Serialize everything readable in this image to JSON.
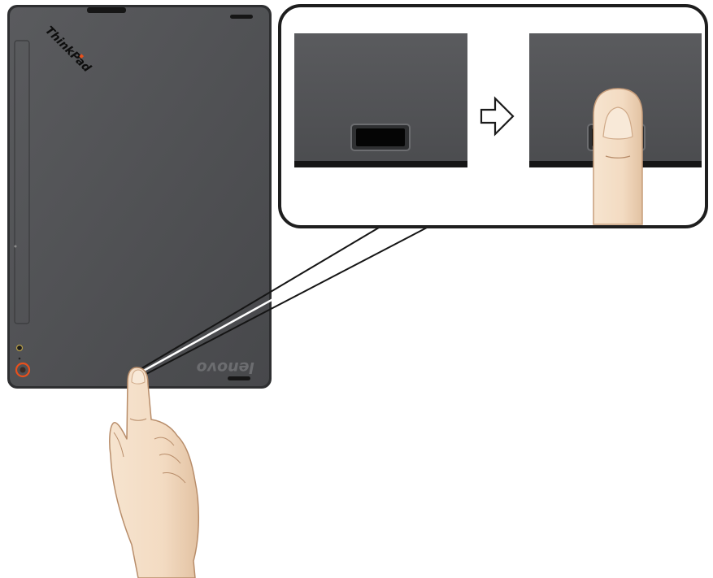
{
  "brand": {
    "thinkpad_logo": "ThinkPad",
    "lenovo_logo": "lenovo"
  },
  "callout": {
    "before_panel": "sensor-before-swipe",
    "arrow": "right-arrow",
    "after_panel": "finger-on-sensor"
  },
  "icons": {
    "power": "power-button-icon",
    "arrow": "outline-right-arrow-icon",
    "hand": "pointing-hand-icon",
    "finger": "finger-icon"
  },
  "colors": {
    "tablet_body": "#4e4f52",
    "tablet_edge": "#2c2d2f",
    "power_accent": "#e8501c",
    "skin": "#f3dcc4",
    "callout_border": "#1e1e1e"
  }
}
